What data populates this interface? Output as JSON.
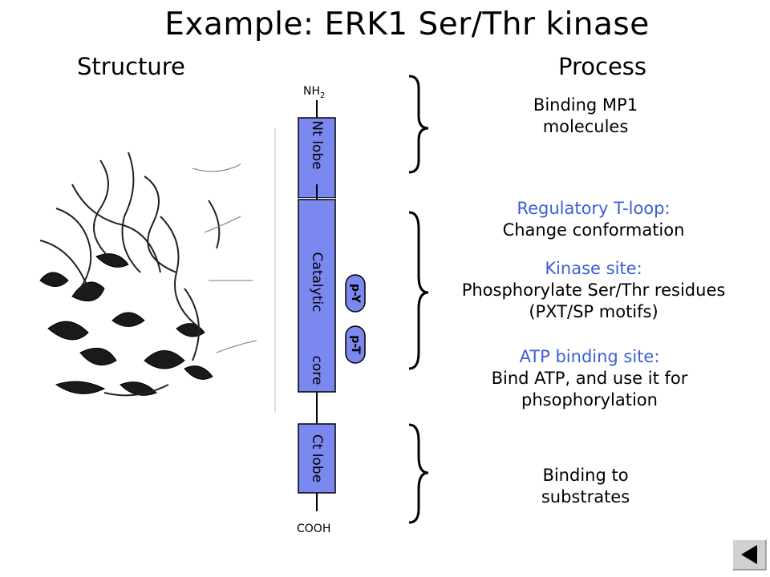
{
  "title": "Example: ERK1 Ser/Thr kinase",
  "headings": {
    "structure": "Structure",
    "process": "Process"
  },
  "termini": {
    "n": "NH",
    "n_sub": "2",
    "c": "COOH"
  },
  "domains": {
    "nt_lobe": "Nt lobe",
    "catalytic": "Catalytic",
    "core": "core",
    "ct_lobe": "Ct lobe",
    "p_y": "p-Y",
    "p_t": "p-T"
  },
  "process": {
    "binding_mp1": [
      "Binding MP1",
      "molecules"
    ],
    "regulatory": {
      "label": "Regulatory T-loop:",
      "text": "Change conformation"
    },
    "kinase": {
      "label": "Kinase site:",
      "text": [
        "Phosphorylate Ser/Thr residues",
        "(PXT/SP motifs)"
      ]
    },
    "atp": {
      "label": "ATP binding site:",
      "text": [
        "Bind ATP, and use it for",
        "phsophorylation"
      ]
    },
    "binding_substrates": [
      "Binding to",
      "substrates"
    ]
  },
  "colors": {
    "domain_fill": "#7b88f0",
    "label_blue": "#3b5fd6"
  }
}
